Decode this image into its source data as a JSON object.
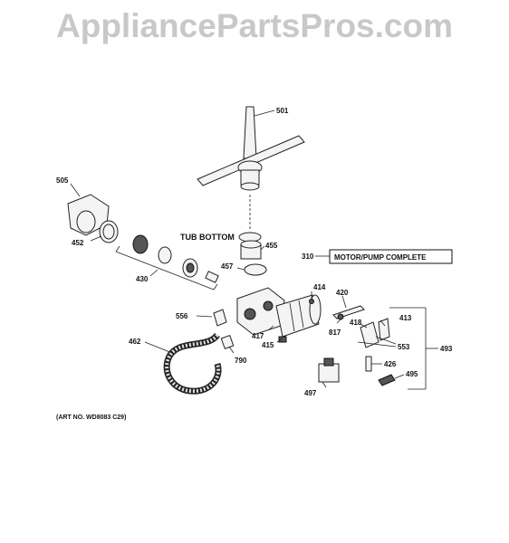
{
  "watermark": "AppliancePartsPros.com",
  "labels": {
    "p501": "501",
    "p505": "505",
    "p452": "452",
    "p430": "430",
    "tub_bottom": "TUB BOTTOM",
    "p455": "455",
    "p457": "457",
    "p310": "310",
    "motor_pump_box": "MOTOR/PUMP COMPLETE",
    "p414": "414",
    "p420": "420",
    "p413": "413",
    "p418": "418",
    "p553": "553",
    "p493": "493",
    "p556": "556",
    "p462": "462",
    "p417": "417",
    "p415": "415",
    "p817": "817",
    "p790": "790",
    "p426": "426",
    "p495": "495",
    "p497": "497"
  },
  "art_number": "(ART NO. WD8083 C29)"
}
